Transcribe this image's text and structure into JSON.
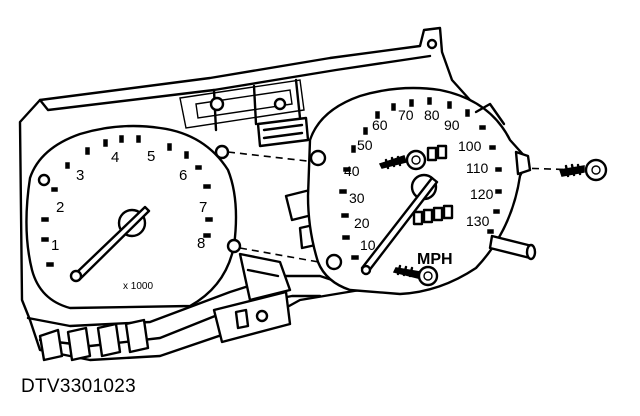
{
  "figure_code": "DTV3301023",
  "tachometer": {
    "numbers": [
      "1",
      "2",
      "3",
      "4",
      "5",
      "6",
      "7",
      "8"
    ],
    "multiplier": "x 1000"
  },
  "speedometer": {
    "numbers": [
      "10",
      "20",
      "30",
      "40",
      "50",
      "60",
      "70",
      "80",
      "90",
      "100",
      "110",
      "120",
      "130"
    ],
    "unit": "MPH"
  }
}
